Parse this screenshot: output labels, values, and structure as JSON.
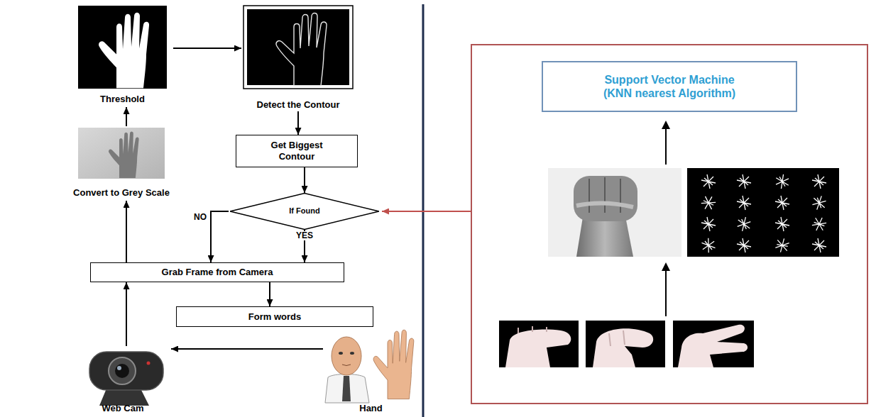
{
  "diagram": {
    "nodes": [
      {
        "text": [
          "Threshold"
        ]
      },
      {
        "text": [
          "Detect the Contour"
        ]
      },
      {
        "text": [
          "Get Biggest Contour"
        ]
      },
      {
        "text": [
          "If Found"
        ]
      },
      {
        "text": [
          "Grab Frame from Camera"
        ]
      },
      {
        "text": [
          "Form words"
        ]
      },
      {
        "text": [
          "Convert to Grey Scale"
        ]
      },
      {
        "text": [
          "Web Cam"
        ]
      },
      {
        "text": [
          "Hand"
        ]
      },
      {
        "text": []
      },
      {
        "text": [
          "Support Vector Machine (KNN nearest Algorithm)"
        ],
        "in": 9
      }
    ],
    "edges": [
      {
        "from": 0,
        "to": 1,
        "arrow": "to"
      },
      {
        "from": 1,
        "to": 2,
        "arrow": "to"
      },
      {
        "from": 2,
        "to": 3,
        "arrow": "to"
      },
      {
        "from": 3,
        "to": 4,
        "label": "NO",
        "arrow": "to"
      },
      {
        "from": 3,
        "to": 4,
        "label": "YES",
        "arrow": "to"
      },
      {
        "from": 4,
        "to": 5,
        "arrow": "to"
      },
      {
        "from": 4,
        "to": 6,
        "arrow": "to"
      },
      {
        "from": 6,
        "to": 0,
        "arrow": "to"
      },
      {
        "from": 7,
        "to": 4,
        "arrow": "to"
      },
      {
        "from": 8,
        "to": 7,
        "arrow": "to"
      },
      {
        "from": 9,
        "to": 3,
        "arrow": "to"
      }
    ]
  }
}
